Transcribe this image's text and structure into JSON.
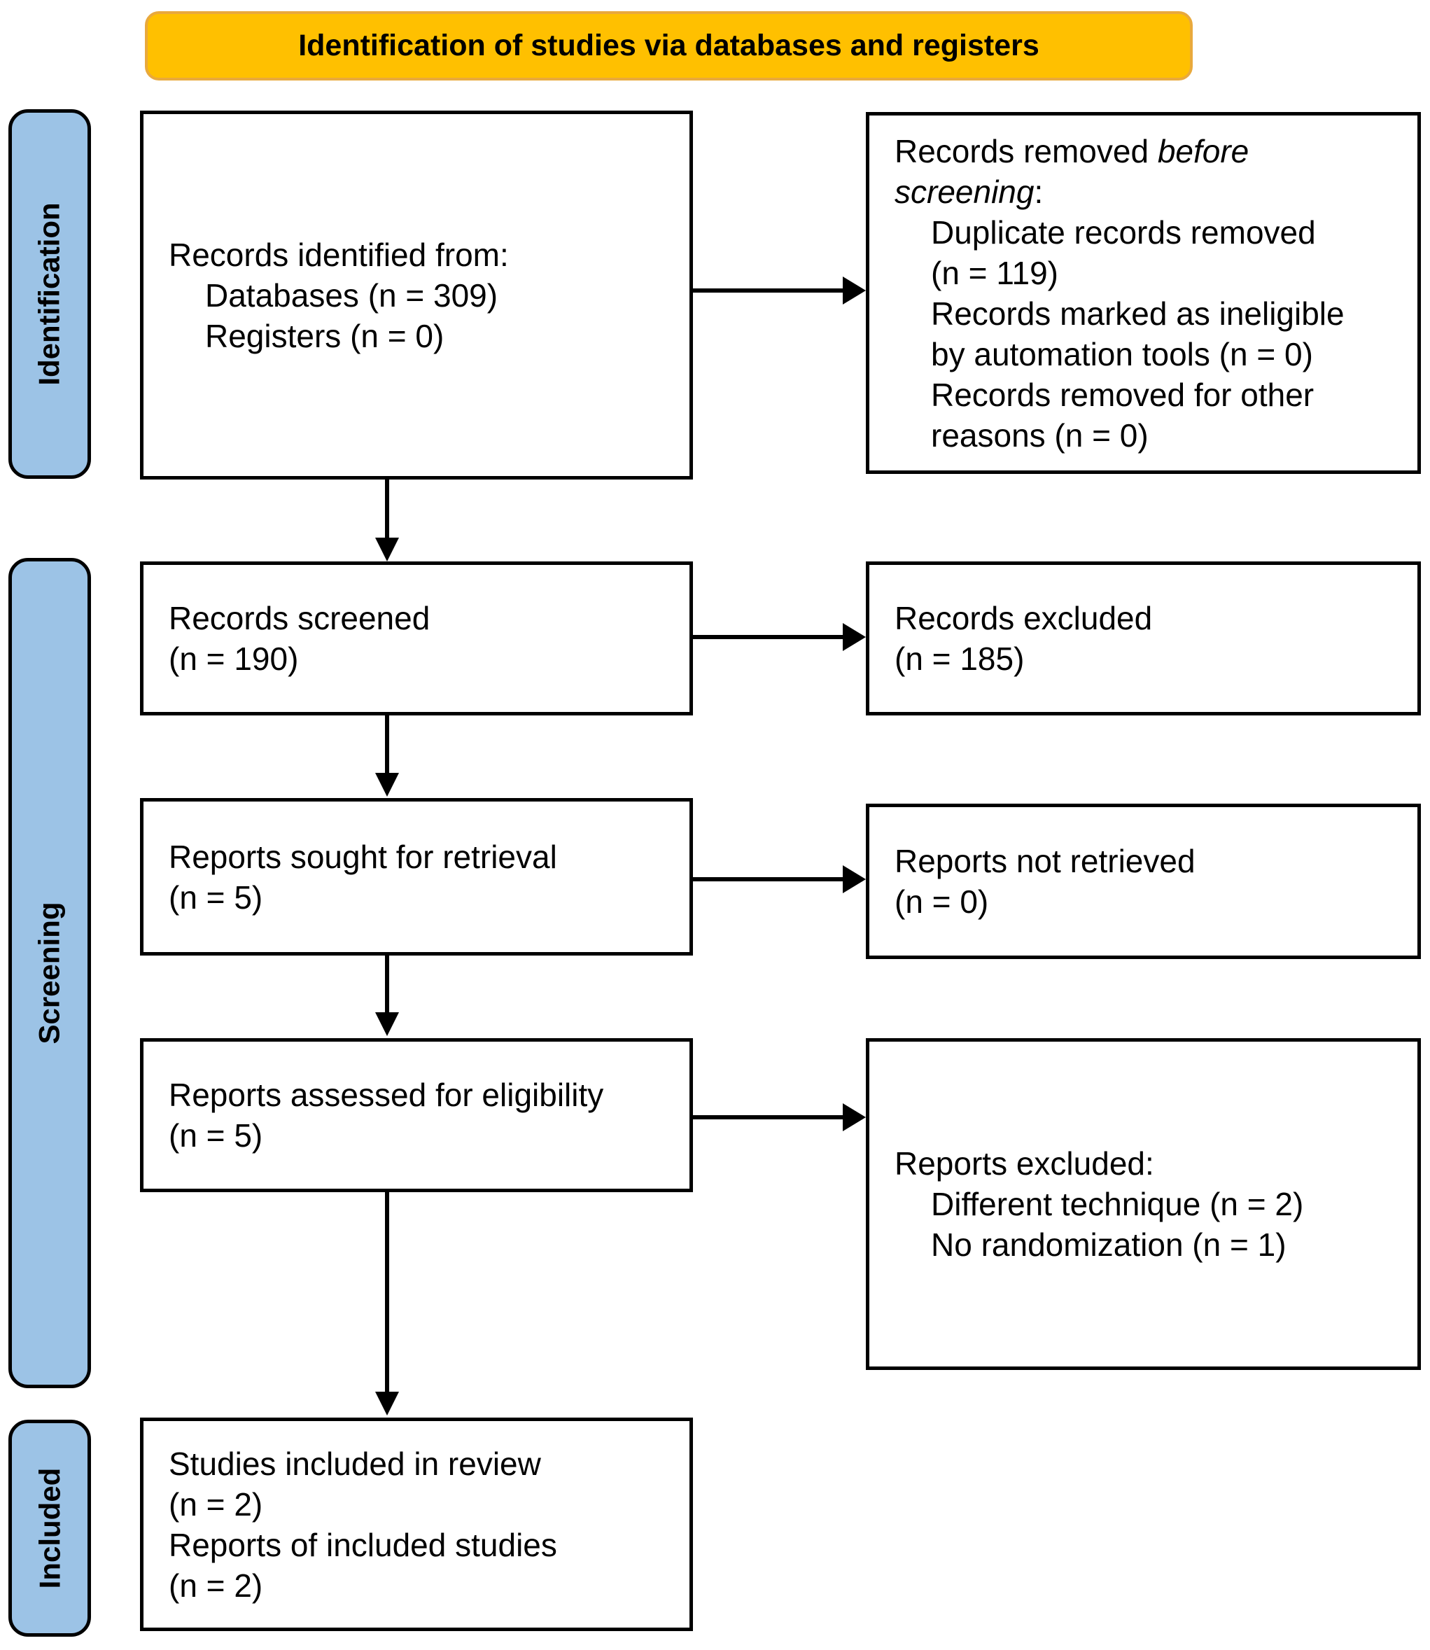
{
  "banner": {
    "title": "Identification of studies via databases and registers"
  },
  "colors": {
    "banner_bg": "#FFC000",
    "sidebar_bg": "#9CC3E6",
    "box_border": "#000000",
    "box_bg": "#FFFFFF",
    "text": "#000000"
  },
  "sidebar": {
    "identification": "Identification",
    "screening": "Screening",
    "included": "Included"
  },
  "boxes": {
    "records_identified": {
      "lines": [
        "Records identified from:",
        "Databases (n = 309)",
        "Registers (n = 0)"
      ]
    },
    "records_removed": {
      "heading_normal": "Records removed ",
      "heading_italic_1": "before",
      "heading_italic_2": "screening",
      "heading_suffix": ":",
      "lines": [
        "Duplicate records removed",
        "(n = 119)",
        "Records marked as ineligible",
        "by automation tools (n = 0)",
        "Records removed for other",
        "reasons (n = 0)"
      ]
    },
    "records_screened": {
      "lines": [
        "Records screened",
        "(n = 190)"
      ]
    },
    "records_excluded": {
      "lines": [
        "Records excluded",
        "(n = 185)"
      ]
    },
    "reports_sought": {
      "lines": [
        "Reports sought for retrieval",
        "(n = 5)"
      ]
    },
    "reports_not_retrieved": {
      "lines": [
        "Reports not retrieved",
        "(n = 0)"
      ]
    },
    "reports_assessed": {
      "lines": [
        "Reports assessed for eligibility",
        "(n = 5)"
      ]
    },
    "reports_excluded": {
      "lines": [
        "Reports excluded:",
        "Different technique (n = 2)",
        "No randomization (n = 1)"
      ]
    },
    "studies_included": {
      "lines": [
        "Studies included in review",
        "(n = 2)",
        "Reports of included studies",
        "(n = 2)"
      ]
    }
  }
}
